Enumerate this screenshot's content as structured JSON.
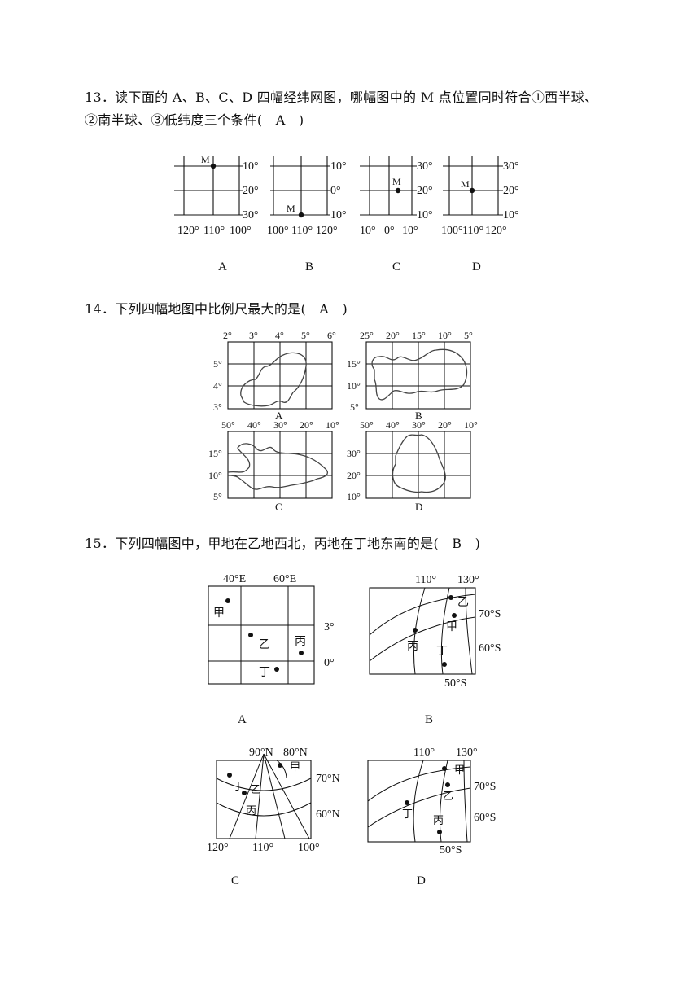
{
  "q13": {
    "line1": "13．读下面的 A、B、C、D 四幅经纬网图，哪幅图中的 M 点位置同时符合①西半球、",
    "line2": "②南半球、③低纬度三个条件(　A　)",
    "figs": [
      {
        "caption": "A",
        "point": "M",
        "lat": [
          "10°",
          "20°",
          "30°"
        ],
        "lon": [
          "120°",
          "110°",
          "100°"
        ]
      },
      {
        "caption": "B",
        "point": "M",
        "lat": [
          "10°",
          "0°",
          "10°"
        ],
        "lon": [
          "100°",
          "110°",
          "120°"
        ]
      },
      {
        "caption": "C",
        "point": "M",
        "lat": [
          "30°",
          "20°",
          "10°"
        ],
        "lon": [
          "10°",
          "0°",
          "10°"
        ]
      },
      {
        "caption": "D",
        "point": "M",
        "lat": [
          "30°",
          "20°",
          "10°"
        ],
        "lon": [
          "100°",
          "110°",
          "120°"
        ]
      }
    ]
  },
  "q14": {
    "text": "14．下列四幅地图中比例尺最大的是(　A　)",
    "maps": [
      {
        "caption": "A",
        "top": [
          "2°",
          "3°",
          "4°",
          "5°",
          "6°"
        ],
        "left": [
          "5°",
          "4°",
          "3°"
        ]
      },
      {
        "caption": "B",
        "top": [
          "25°",
          "20°",
          "15°",
          "10°",
          "5°"
        ],
        "left": [
          "15°",
          "10°",
          "5°"
        ]
      },
      {
        "caption": "C",
        "top": [
          "50°",
          "40°",
          "30°",
          "20°",
          "10°"
        ],
        "left": [
          "15°",
          "10°",
          "5°"
        ]
      },
      {
        "caption": "D",
        "top": [
          "50°",
          "40°",
          "30°",
          "20°",
          "10°"
        ],
        "left": [
          "30°",
          "20°",
          "10°"
        ]
      }
    ]
  },
  "q15": {
    "text": "15．下列四幅图中，甲地在乙地西北，丙地在丁地东南的是(　B　)",
    "mapA": {
      "caption": "A",
      "lon1": "40°E",
      "lon2": "60°E",
      "lat1": "3°",
      "lat2": "0°",
      "p1": "甲",
      "p2": "乙",
      "p3": "丙",
      "p4": "丁"
    },
    "mapB": {
      "caption": "B",
      "lon1": "110°",
      "lon2": "130°",
      "lat1": "70°S",
      "lat2": "60°S",
      "lat3": "50°S",
      "p1": "乙",
      "p2": "甲",
      "p3": "丙",
      "p4": "丁"
    },
    "mapC": {
      "caption": "C",
      "top1": "90°N",
      "top2": "80°N",
      "lat1": "70°N",
      "lat2": "60°N",
      "b1": "120°",
      "b2": "110°",
      "b3": "100°",
      "p1": "甲",
      "p2": "丁",
      "p3": "乙",
      "p4": "丙"
    },
    "mapD": {
      "caption": "D",
      "lon1": "110°",
      "lon2": "130°",
      "lat1": "70°S",
      "lat2": "60°S",
      "lat3": "50°S",
      "p1": "甲",
      "p2": "乙",
      "p3": "丁",
      "p4": "丙"
    }
  }
}
